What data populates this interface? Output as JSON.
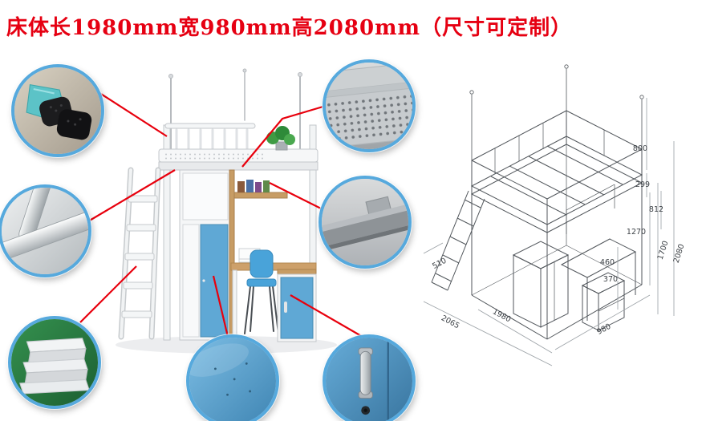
{
  "title": "床体长1980mm宽980mm高2080mm（尺寸可定制）",
  "dims": [
    "800",
    "299",
    "812",
    "1270",
    "1700",
    "2080",
    "460",
    "370",
    "510",
    "2065",
    "1980",
    "980"
  ],
  "colors": {
    "title_red": "#e60012",
    "callout_ring": "#56a9dd",
    "connector_red": "#e8000d",
    "panel_blue": "#5fa8d5",
    "wood": "#c79c64",
    "frame_white": "#f4f5f6",
    "drawing_line": "#51565b"
  },
  "callouts": [
    "foot-pad-detail",
    "frame-tube-detail",
    "ladder-step-detail",
    "perforated-panel-detail",
    "beam-detail",
    "panel-surface-detail",
    "door-handle-detail"
  ]
}
